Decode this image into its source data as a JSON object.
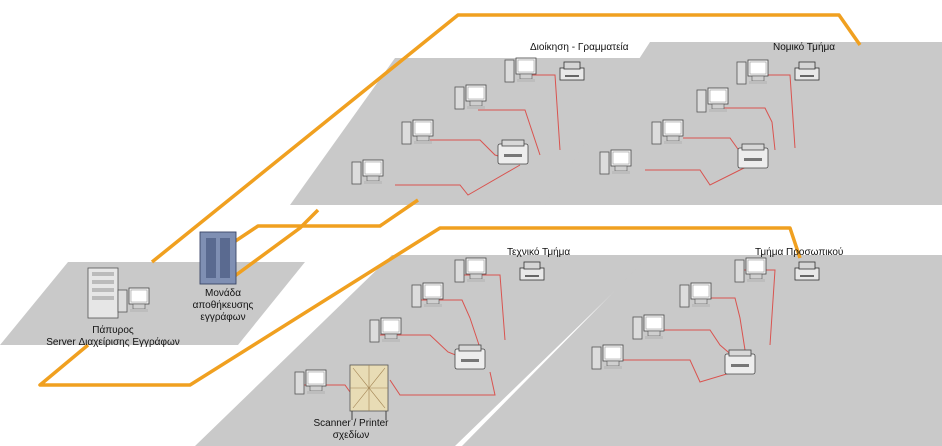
{
  "zones": {
    "admin": {
      "title": "Διοίκηση - Γραμματεία"
    },
    "legal": {
      "title": "Νομικό Τμήμα"
    },
    "technical": {
      "title": "Τεχνικό Τμήμα"
    },
    "personnel": {
      "title": "Τμήμα Προσωπικού"
    }
  },
  "server": {
    "line1": "Πάπυρος",
    "line2": "Server Διαχείρισης Εγγράφων"
  },
  "storage": {
    "line1": "Μονάδα",
    "line2": "αποθήκευσης",
    "line3": "εγγράφων"
  },
  "scanner": {
    "line1": "Scanner / Printer",
    "line2": "σχεδίων"
  },
  "colors": {
    "backbone": "#f0a020",
    "lan": "#d9534f",
    "floor": "#c9c9c9"
  }
}
